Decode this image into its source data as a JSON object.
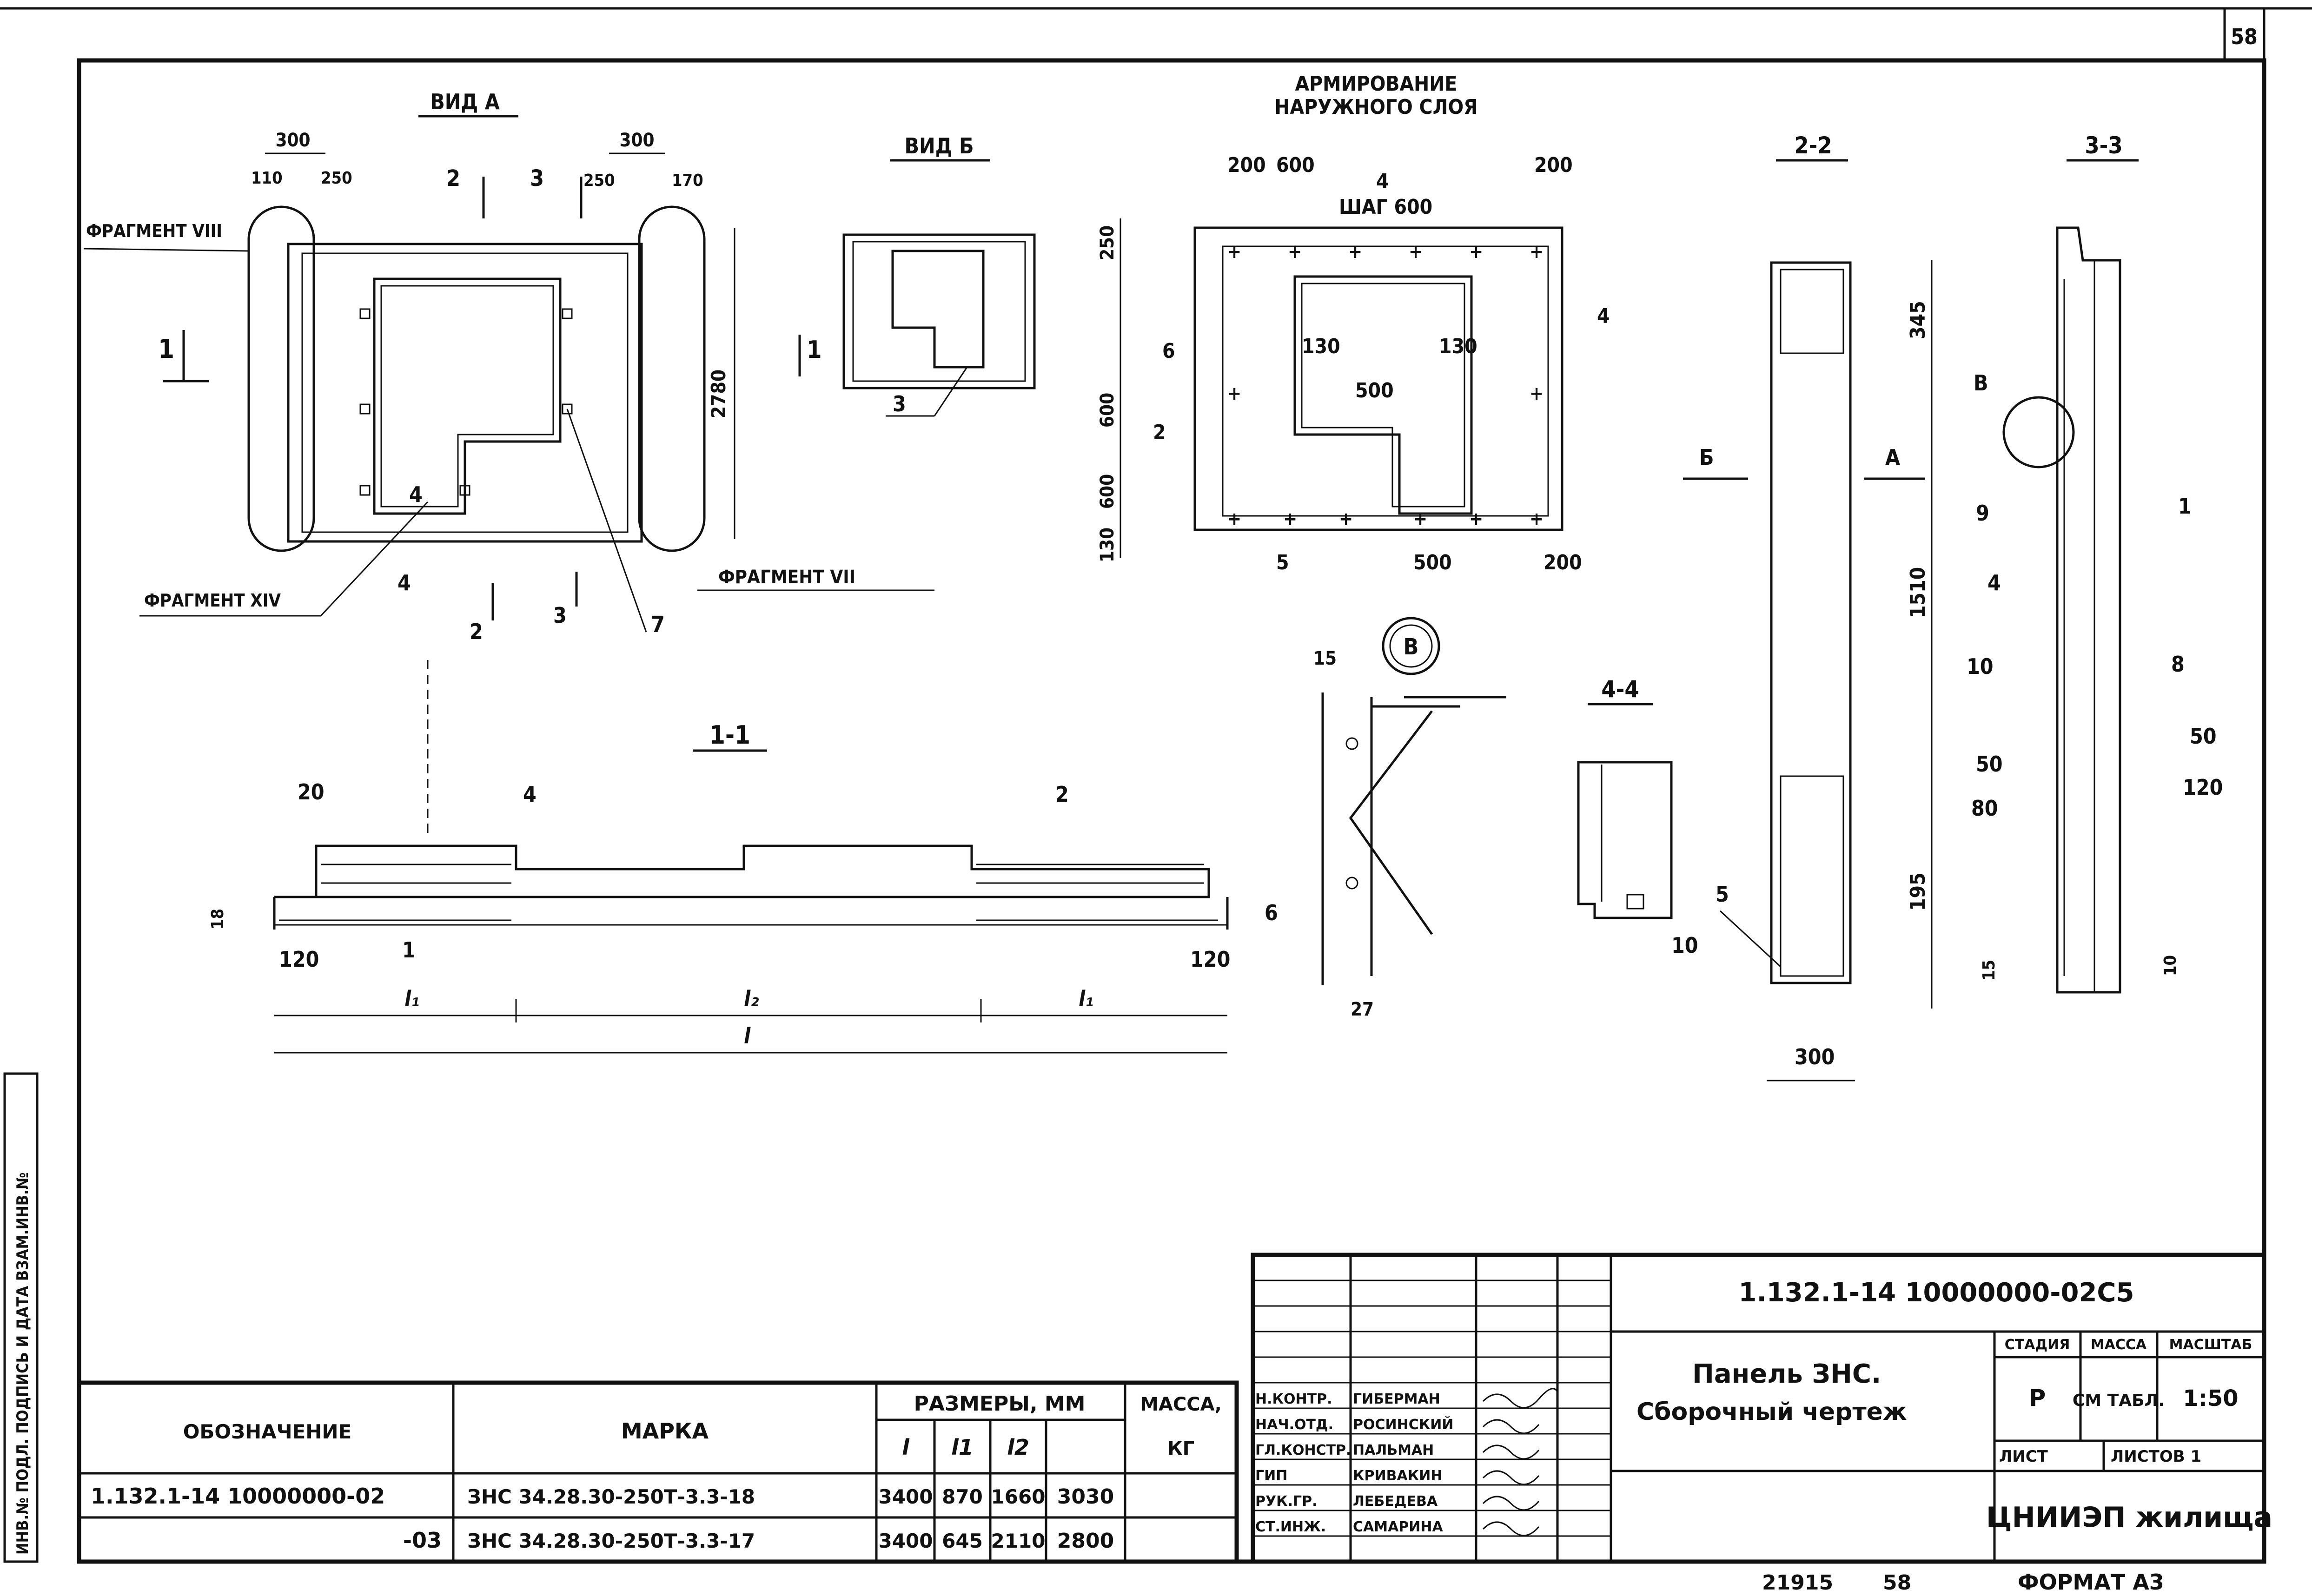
{
  "sheet": {
    "page_number": "58",
    "views": {
      "vid_a": "ВИД А",
      "vid_b": "ВИД Б",
      "reinforcement_title_1": "АРМИРОВАНИЕ",
      "reinforcement_title_2": "НАРУЖНОГО СЛОЯ",
      "section_2_2": "2-2",
      "section_3_3": "3-3",
      "section_1_1": "1-1",
      "section_4_4": "4-4",
      "detail_b": "В"
    },
    "fragments": {
      "f_viii": "ФРАГМЕНТ VIII",
      "f_xiv": "ФРАГМЕНТ XIV",
      "f_vii": "ФРАГМЕНТ VII"
    },
    "dims_vid_a": [
      "300",
      "110",
      "250",
      "300",
      "250",
      "170",
      "2780"
    ],
    "dims_armir": [
      "200",
      "600",
      "200",
      "ШАГ 600",
      "250",
      "130",
      "130",
      "500",
      "600",
      "600",
      "130",
      "500",
      "200"
    ],
    "dims_2_2": [
      "345",
      "1510",
      "195",
      "300"
    ],
    "dims_3_3": [
      "50",
      "120",
      "50",
      "80",
      "15",
      "10"
    ],
    "dims_1_1": [
      "20",
      "18",
      "120",
      "120",
      "l1",
      "l2",
      "l1",
      "l"
    ],
    "dims_detail": [
      "15",
      "27"
    ],
    "markers": [
      "1",
      "2",
      "3",
      "4",
      "5",
      "6",
      "7",
      "8",
      "9",
      "10",
      "Б",
      "А",
      "В"
    ]
  },
  "spec_table": {
    "headers": {
      "designation": "ОБОЗНАЧЕНИЕ",
      "mark": "МАРКА",
      "sizes": "РАЗМЕРЫ, ММ",
      "l": "l",
      "l1": "l1",
      "l2": "l2",
      "mass": "МАССА,",
      "mass_unit": "КГ"
    },
    "rows": [
      {
        "designation": "1.132.1-14 10000000-02",
        "mark": "ЗНС 34.28.30-250Т-3.3-18",
        "l": "3400",
        "l1": "870",
        "l2": "1660",
        "mass": "3030"
      },
      {
        "designation": "-03",
        "mark": "ЗНС 34.28.30-250Т-3.3-17",
        "l": "3400",
        "l1": "645",
        "l2": "2110",
        "mass": "2800"
      }
    ]
  },
  "title_block": {
    "doc_code": "1.132.1-14 10000000-02С5",
    "title_line1": "Панель ЗНС.",
    "title_line2": "Сборочный чертеж",
    "stage_header": "СТАДИЯ",
    "mass_header": "МАССА",
    "scale_header": "МАСШТАБ",
    "stage": "Р",
    "mass_value": "СМ ТАБЛ.",
    "scale": "1:50",
    "sheet_label": "ЛИСТ",
    "sheets_label": "ЛИСТОВ 1",
    "org": "ЦНИИЭП жилища",
    "signatures": [
      {
        "role": "Н.КОНТР.",
        "name": "ГИБЕРМАН"
      },
      {
        "role": "НАЧ.ОТД.",
        "name": "РОСИНСКИЙ"
      },
      {
        "role": "ГЛ.КОНСТР.",
        "name": "ПАЛЬМАН"
      },
      {
        "role": "ГИП",
        "name": "КРИВАКИН"
      },
      {
        "role": "РУК.ГР.",
        "name": "ЛЕБЕДЕВА"
      },
      {
        "role": "СТ.ИНЖ.",
        "name": "САМАРИНА"
      }
    ],
    "bottom_number": "21915",
    "bottom_page": "58",
    "format": "ФОРМАТ А3"
  },
  "side_stamp": "ИНВ.№ ПОДЛ. ПОДПИСЬ И ДАТА ВЗАМ.ИНВ.№"
}
